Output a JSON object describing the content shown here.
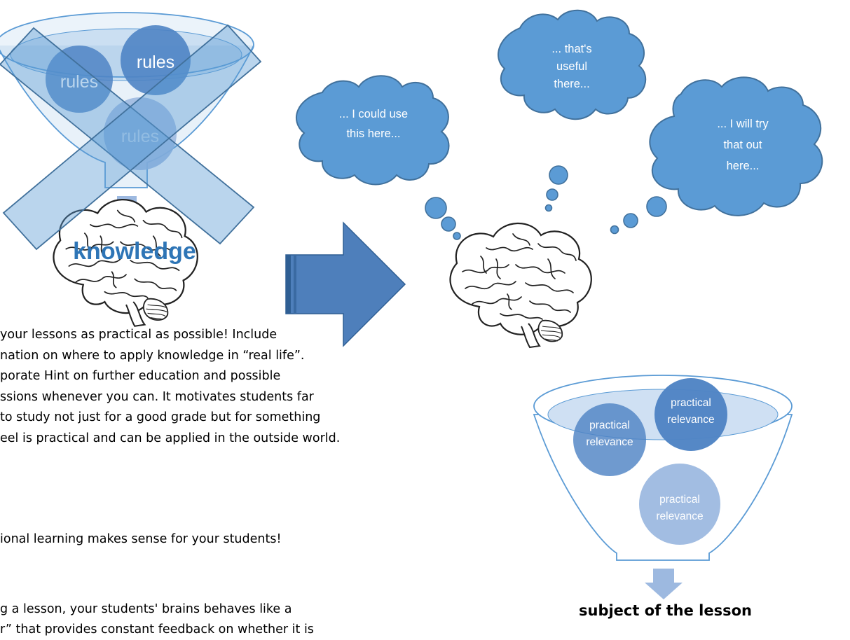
{
  "left_funnel": {
    "circle_labels": [
      "rules",
      "rules",
      "rules"
    ],
    "output_label": "knowledge",
    "crossed_out": true
  },
  "thought_bubbles": [
    {
      "lines": [
        "... I could use",
        "this here..."
      ]
    },
    {
      "lines": [
        "... that's",
        "useful",
        "there..."
      ]
    },
    {
      "lines": [
        "... I will try",
        "that out",
        "here..."
      ]
    }
  ],
  "right_funnel": {
    "circle_labels": [
      [
        "practical",
        "relevance"
      ],
      [
        "practical",
        "relevance"
      ],
      [
        "practical",
        "relevance"
      ]
    ],
    "caption": "subject of the lesson"
  },
  "text": {
    "paragraph_lines": [
      "your lessons as practical as possible! Include",
      "nation on where to apply knowledge in “real life”.",
      "porate Hint on further education and possible",
      "ssions whenever you can. It motivates students far",
      "to study not just for a good grade but for something",
      "eel is practical and can be applied in the outside world."
    ],
    "additional": "ional learning makes sense for your students!",
    "lesson_lines": [
      "g a lesson, your students' brains behaves like a",
      "r” that provides constant feedback on whether it is"
    ]
  },
  "colors": {
    "bubble_fill": "#5b9bd5",
    "bubble_stroke": "#41719c",
    "funnel_stroke": "#5b9bd5",
    "circle_dark": "#4f84c4",
    "circle_light": "#9db9e0",
    "arrow_fill": "#4e7fbb",
    "knowledge_text": "#2e75b6",
    "cross_fill": "rgba(91,155,213,0.45)",
    "cross_stroke": "#41719c"
  }
}
